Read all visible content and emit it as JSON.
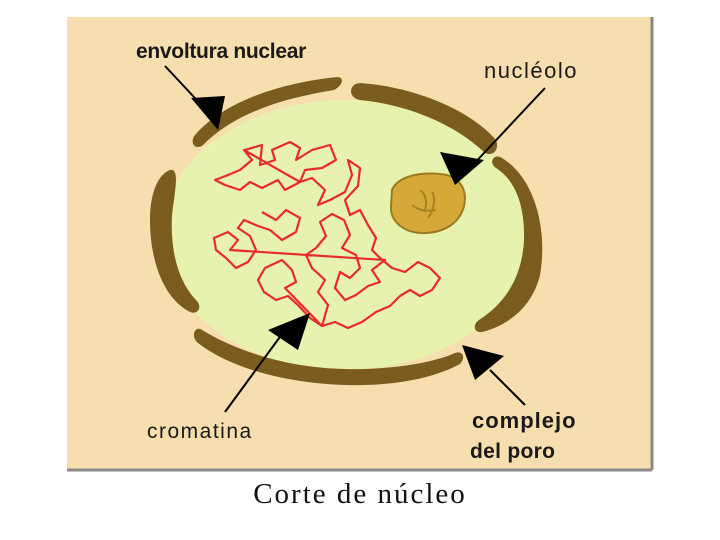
{
  "labels": {
    "envoltura": "envoltura nuclear",
    "nucleolo": "nucléolo",
    "cromatina": "cromatina",
    "complejo": "complejo",
    "poro": "del poro"
  },
  "caption": "Corte de núcleo",
  "colors": {
    "panel": "#f7deae",
    "nucleoplasm": "#e6f2ae",
    "envelope": "#7a5c1e",
    "nucleolus": "#d4a93a",
    "chromatin": "#e82a2a",
    "arrow": "#000000"
  }
}
